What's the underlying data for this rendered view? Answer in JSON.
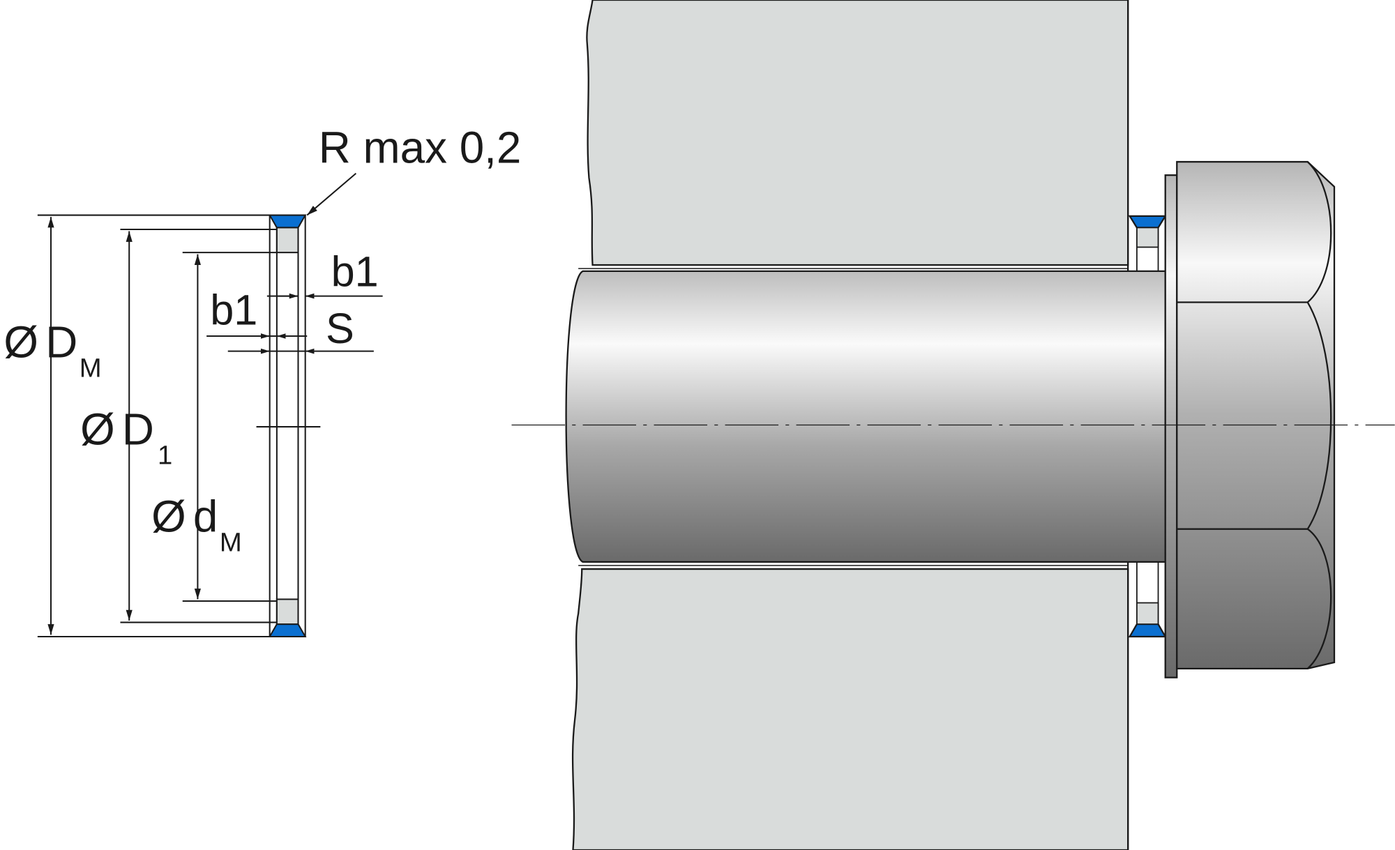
{
  "labels": {
    "radius_note": "R max 0,2",
    "b1_top": "b1",
    "b1_left": "b1",
    "s": "S",
    "diam_symbol": "Ø",
    "dm_outer": "D",
    "dm_outer_sub": "M",
    "d1": "D",
    "d1_sub": "1",
    "dm_inner": "d",
    "dm_inner_sub": "M"
  },
  "colors": {
    "seal_blue": "#0a6fd0",
    "plate_gray": "#d9dcdb",
    "metal_light": "#f6f6f6",
    "metal_dark": "#6e6e6e",
    "line": "#1a1a1a"
  }
}
